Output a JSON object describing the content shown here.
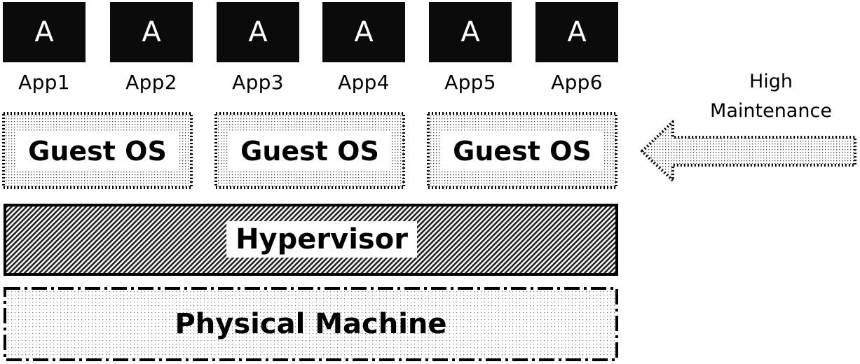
{
  "apps": [
    {
      "icon_letter": "A",
      "label": "App1"
    },
    {
      "icon_letter": "A",
      "label": "App2"
    },
    {
      "icon_letter": "A",
      "label": "App3"
    },
    {
      "icon_letter": "A",
      "label": "App4"
    },
    {
      "icon_letter": "A",
      "label": "App5"
    },
    {
      "icon_letter": "A",
      "label": "App6"
    }
  ],
  "guest_os": [
    "Guest OS",
    "Guest OS",
    "Guest OS"
  ],
  "hypervisor": "Hypervisor",
  "physical_machine": "Physical Machine",
  "maintenance": {
    "line1": "High",
    "line2": "Maintenance"
  },
  "colors": {
    "app_fill": "#0b0b0b",
    "border": "#000000",
    "background": "#ffffff"
  }
}
